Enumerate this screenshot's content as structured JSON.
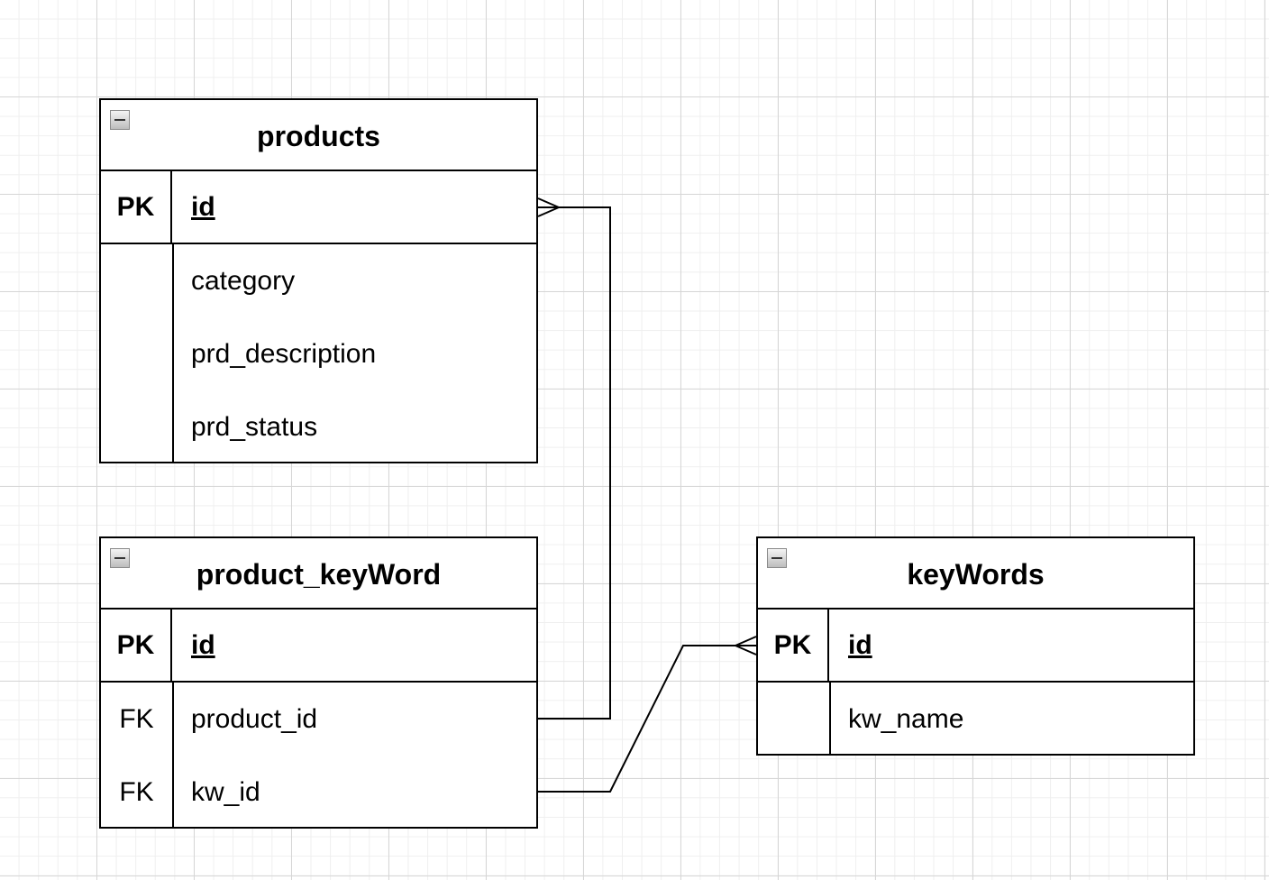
{
  "entities": {
    "products": {
      "title": "products",
      "pk": {
        "key": "PK",
        "field": "id"
      },
      "attributes": [
        {
          "key": "",
          "field": "category"
        },
        {
          "key": "",
          "field": "prd_description"
        },
        {
          "key": "",
          "field": "prd_status"
        }
      ]
    },
    "product_keyword": {
      "title": "product_keyWord",
      "pk": {
        "key": "PK",
        "field": "id"
      },
      "attributes": [
        {
          "key": "FK",
          "field": "product_id"
        },
        {
          "key": "FK",
          "field": "kw_id"
        }
      ]
    },
    "keywords": {
      "title": "keyWords",
      "pk": {
        "key": "PK",
        "field": "id"
      },
      "attributes": [
        {
          "key": "",
          "field": "kw_name"
        }
      ]
    }
  },
  "relationships": [
    {
      "from": "product_keyWord.product_id",
      "to": "products.id",
      "end": "many"
    },
    {
      "from": "product_keyWord.kw_id",
      "to": "keyWords.id",
      "end": "many"
    }
  ]
}
